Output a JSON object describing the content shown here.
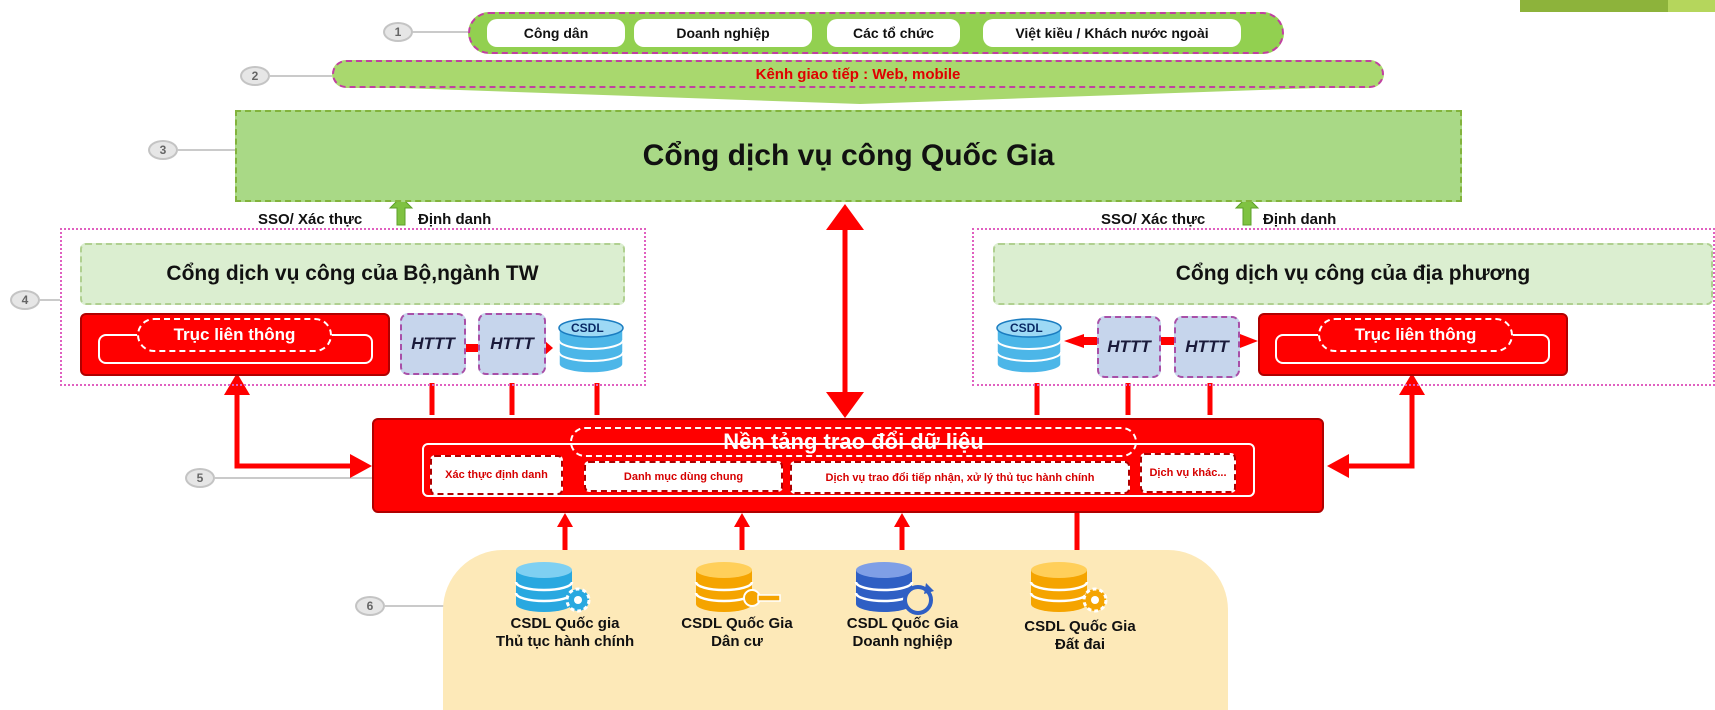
{
  "callouts": [
    "1",
    "2",
    "3",
    "4",
    "5",
    "6"
  ],
  "actors": [
    "Công dân",
    "Doanh nghiệp",
    "Các tổ chức",
    "Việt kiều / Khách nước ngoài"
  ],
  "channel": "Kênh giao tiếp : Web, mobile",
  "national_portal": "Cổng dịch vụ công Quốc Gia",
  "sso_left": {
    "a": "SSO/ Xác thực",
    "b": "Định danh"
  },
  "sso_right": {
    "a": "SSO/ Xác thực",
    "b": "Định danh"
  },
  "ministry_portal": "Cổng dịch vụ công của Bộ,ngành TW",
  "local_portal": "Cổng dịch vụ công của địa phương",
  "axis_left": "Trục liên thông",
  "axis_right": "Trục liên thông",
  "httt": "HTTT",
  "csdl": "CSDL",
  "platform": {
    "title": "Nền tảng trao đổi dữ liệu",
    "services": [
      "Xác thực định danh",
      "Danh mục dùng chung",
      "Dịch vụ trao đổi tiếp nhận, xử lý thủ tục hành chính",
      "Dịch vụ khác..."
    ]
  },
  "databases": [
    {
      "line1": "CSDL Quốc gia",
      "line2": "Thủ tục hành chính",
      "icon": "database-gear-icon",
      "color": "#29a8e0"
    },
    {
      "line1": "CSDL Quốc Gia",
      "line2": "Dân cư",
      "icon": "database-key-icon",
      "color": "#f5a400"
    },
    {
      "line1": "CSDL Quốc Gia",
      "line2": "Doanh nghiệp",
      "icon": "database-refresh-icon",
      "color": "#2f5fc4"
    },
    {
      "line1": "CSDL Quốc Gia",
      "line2": "Đất đai",
      "icon": "database-gear-icon",
      "color": "#f5a400"
    }
  ]
}
